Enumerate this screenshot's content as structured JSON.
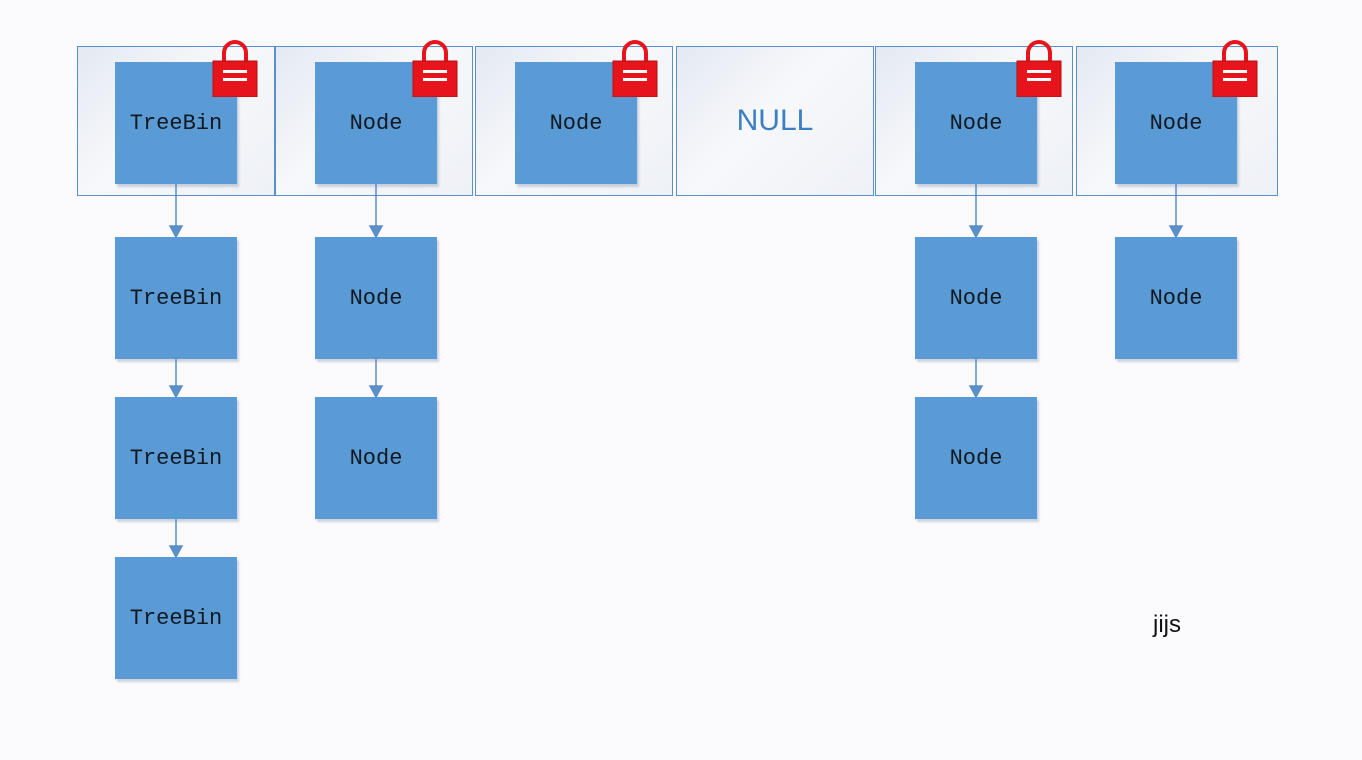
{
  "table": {
    "buckets": [
      {
        "label": "TreeBin",
        "locked": true
      },
      {
        "label": "Node",
        "locked": true
      },
      {
        "label": "Node",
        "locked": true
      },
      {
        "label": "NULL",
        "locked": false
      },
      {
        "label": "Node",
        "locked": true
      },
      {
        "label": "Node",
        "locked": true
      }
    ]
  },
  "chains": [
    [
      "TreeBin",
      "TreeBin",
      "TreeBin"
    ],
    [
      "Node",
      "Node"
    ],
    [],
    [],
    [
      "Node",
      "Node"
    ],
    [
      "Node"
    ]
  ],
  "watermark": "jijs",
  "colors": {
    "node_fill": "#5a9bd5",
    "table_border": "#5b8fc7",
    "lock_red": "#e8141c",
    "null_text": "#3a7fc4"
  },
  "icons": {
    "lock": "lock-icon"
  }
}
